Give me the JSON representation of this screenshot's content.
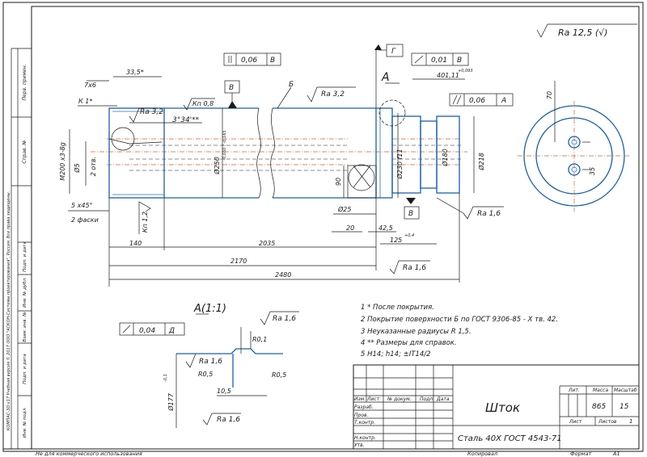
{
  "drawing": {
    "roughness_general": "Ra 12,5 (√)",
    "tol_top_left": "0,06",
    "tol_top_left_datum": "В",
    "tol_top_right": "0,01",
    "tol_top_right_datum": "В",
    "datum_g": "Г",
    "datum_v": "В",
    "section_a": "А",
    "tol_parallel": "0,06",
    "tol_parallel_datum": "А",
    "dim_401": "401,11",
    "dim_401_tol": "+0,093",
    "rough_ra32_a": "Ra 3,2",
    "rough_ra32_b": "Ra 3,2",
    "rough_ra16_a": "Ra 1,6",
    "rough_ra16_b": "Ra 1,6",
    "kp_08": "Кп 0,8",
    "kp_12": "Кп 1,2",
    "dim_335": "33,5*",
    "dim_k1": "К 1*",
    "dim_x6": "7х6",
    "dim_334": "3°34'**",
    "dim_m200": "М200 х3-8g",
    "dim_phi5": "Ø5",
    "dim_2otv": "2 отв.",
    "dim_5x45": "5 х45°",
    "dim_2faski": "2 фаски",
    "dim_phi250": "Ø250",
    "dim_phi250_tol": "-0,050 / -0,165",
    "dim_90": "90",
    "dim_phi230": "Ø230 f11",
    "dim_phi180": "Ø180",
    "dim_phi218": "Ø218",
    "dim_phi25": "Ø25",
    "dim_425": "42,5",
    "dim_20": "20",
    "dim_125": "125",
    "dim_125_tol": "+0,4",
    "dim_140": "140",
    "dim_2035": "2035",
    "dim_2170": "2170",
    "dim_2480": "2480",
    "dim_70": "70",
    "dim_35": "35",
    "label_b": "Б"
  },
  "detail": {
    "title": "А(1:1)",
    "tol": "0,04",
    "tol_datum": "Д",
    "rough_a": "Ra 1,6",
    "rough_b": "Ra 1,6",
    "rough_c": "Ra 1,6",
    "r01": "R0,1",
    "r05_a": "R0,5",
    "r05_b": "R0,5",
    "dim_105": "10,5",
    "dim_phi177": "Ø177",
    "dim_phi177_tol": "-0,1"
  },
  "notes": [
    "1 * После покрытия.",
    "2 Покрытие поверхности Б по ГОСТ 9306-85 - Х тв. 42.",
    "3 Неуказанные радиусы R 1,5.",
    "4 ** Размеры для справок.",
    "5 Н14; h14; ±IT14/2"
  ],
  "titleblock": {
    "name": "Шток",
    "material": "Сталь 40Х ГОСТ 4543-71",
    "lit_label": "Лит.",
    "mass_label": "Масса",
    "scale_label": "Масштаб",
    "mass": "865",
    "scale": "15",
    "sheet_label": "Лист",
    "sheets_label": "Листов",
    "sheets": "1",
    "row_izm": "Изм.",
    "row_list": "Лист",
    "row_ndok": "№ докум.",
    "row_podp": "Подп.",
    "row_data": "Дата",
    "razrab": "Разраб.",
    "prov": "Пров.",
    "tkontr": "Т.контр.",
    "nkontr": "Н.контр.",
    "utv": "Утв.",
    "copied": "Копировал",
    "format_label": "Формат",
    "format": "A1"
  },
  "margin": {
    "perv_primen": "Перв. примен.",
    "sprav": "Справ. №",
    "podp_data_1": "Подп. и дата",
    "inv_dubl": "Инв. № дубл.",
    "vzam_inv": "Взам. инв. №",
    "podp_data_2": "Подп. и дата",
    "inv_podl": "Инв. № подл.",
    "license": "КОМПАС-3D v17 Учебная версия © 2017 ООО \"АСКОН-Системы проектирования\", Россия. Все права защищены.",
    "footer": "Не для коммерческого использования"
  }
}
